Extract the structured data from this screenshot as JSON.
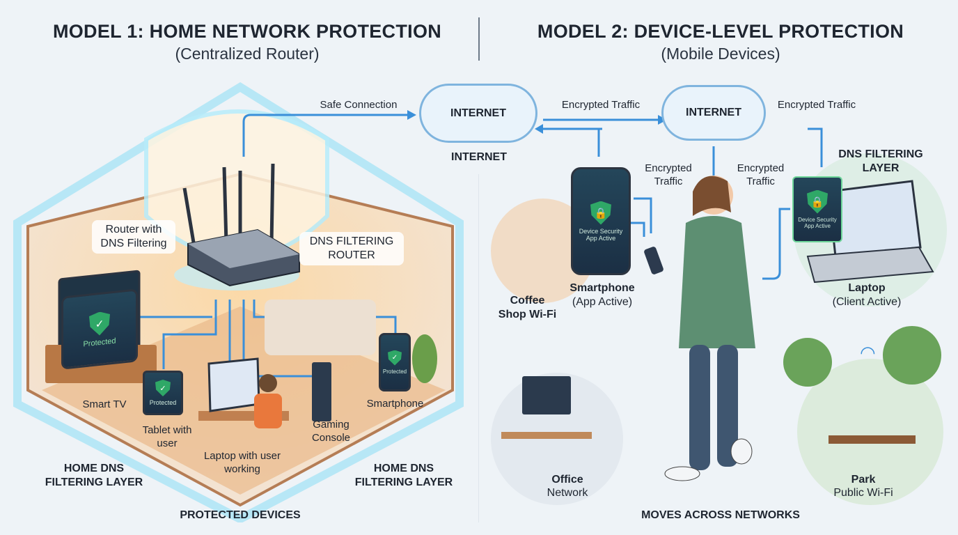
{
  "model1": {
    "title": "MODEL 1: HOME NETWORK PROTECTION",
    "subtitle": "(Centralized Router)",
    "safe_connection": "Safe Connection",
    "internet_below": "INTERNET",
    "router_label": "Router with DNS Filtering",
    "router_tag": "DNS FILTERING ROUTER",
    "devices": {
      "tv": "Smart TV",
      "tablet": "Tablet with user",
      "laptop": "Laptop with user working",
      "console": "Gaming Console",
      "phone": "Smartphone"
    },
    "protected": "Protected",
    "layer_left": "HOME DNS FILTERING LAYER",
    "layer_right": "HOME DNS FILTERING LAYER",
    "footer": "PROTECTED DEVICES"
  },
  "model2": {
    "title": "MODEL 2: DEVICE-LEVEL PROTECTION",
    "subtitle": "(Mobile Devices)",
    "internet1": "INTERNET",
    "internet2": "INTERNET",
    "encrypted_top1": "Encrypted Traffic",
    "encrypted_top2": "Encrypted Traffic",
    "encrypted_mid1": "Encrypted Traffic",
    "encrypted_mid2": "Encrypted Traffic",
    "dns_layer": "DNS FILTERING LAYER",
    "phone_badge": "Device Security App Active",
    "laptop_badge": "Device Security App Active",
    "smartphone": "Smartphone",
    "smartphone_sub": "(App Active)",
    "laptop": "Laptop",
    "laptop_sub": "(Client Active)",
    "coffee": "Coffee Shop Wi-Fi",
    "office": "Office",
    "office_sub": "Network",
    "park": "Park",
    "park_sub": "Public Wi-Fi",
    "footer": "MOVES ACROSS NETWORKS"
  },
  "colors": {
    "accent": "#3a8fd9",
    "shield": "#2fa867",
    "glow": "#8fd8f0"
  }
}
